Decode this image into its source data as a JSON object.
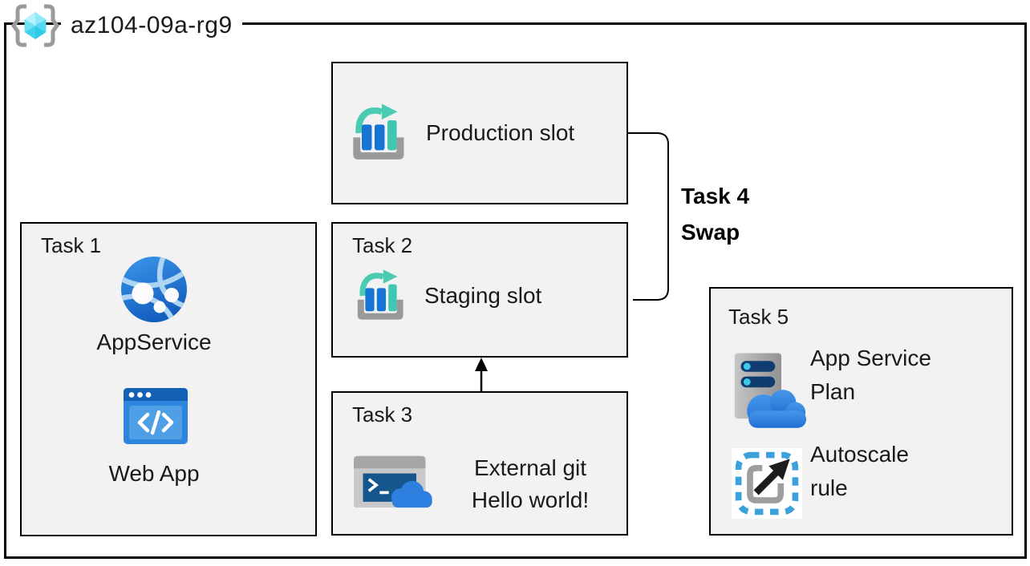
{
  "resource_group": {
    "name": "az104-09a-rg9"
  },
  "production_slot": {
    "title": "Production slot"
  },
  "task1": {
    "label": "Task 1",
    "app_service_label": "AppService",
    "web_app_label": "Web App"
  },
  "task2": {
    "label": "Task 2",
    "slot_title": "Staging slot"
  },
  "task3": {
    "label": "Task 3",
    "line1": "External git",
    "line2": "Hello world!"
  },
  "task4": {
    "line1": "Task 4",
    "line2": "Swap"
  },
  "task5": {
    "label": "Task 5",
    "app_service_plan": {
      "line1": "App Service",
      "line2": "Plan"
    },
    "autoscale": {
      "line1": "Autoscale",
      "line2": "rule"
    }
  },
  "icons": {
    "resource_group": "resource-group-icon",
    "deployment_slot": "deployment-slot-icon",
    "app_service": "app-service-globe-icon",
    "web_app": "web-app-icon",
    "cloud_shell": "cloud-shell-icon",
    "app_service_plan": "app-service-plan-icon",
    "autoscale": "autoscale-icon"
  },
  "palette": {
    "box_fill": "#f2f2f2",
    "border": "#000000",
    "bar_blue": "#1574d4",
    "teal": "#3fc7b1",
    "tray_gray": "#9a9a9a",
    "globe_blue": "#2080dd",
    "webapp_header_blue": "#1261b4",
    "terminal_blue": "#15568c",
    "cloud_blue": "#2e80e0",
    "pill_navy": "#0f3d70",
    "dot_cyan": "#3fc8ea",
    "dash_blue": "#3ba1da",
    "cube_cyan": "#53d9f2",
    "brace_gray": "#9b9b9b"
  }
}
